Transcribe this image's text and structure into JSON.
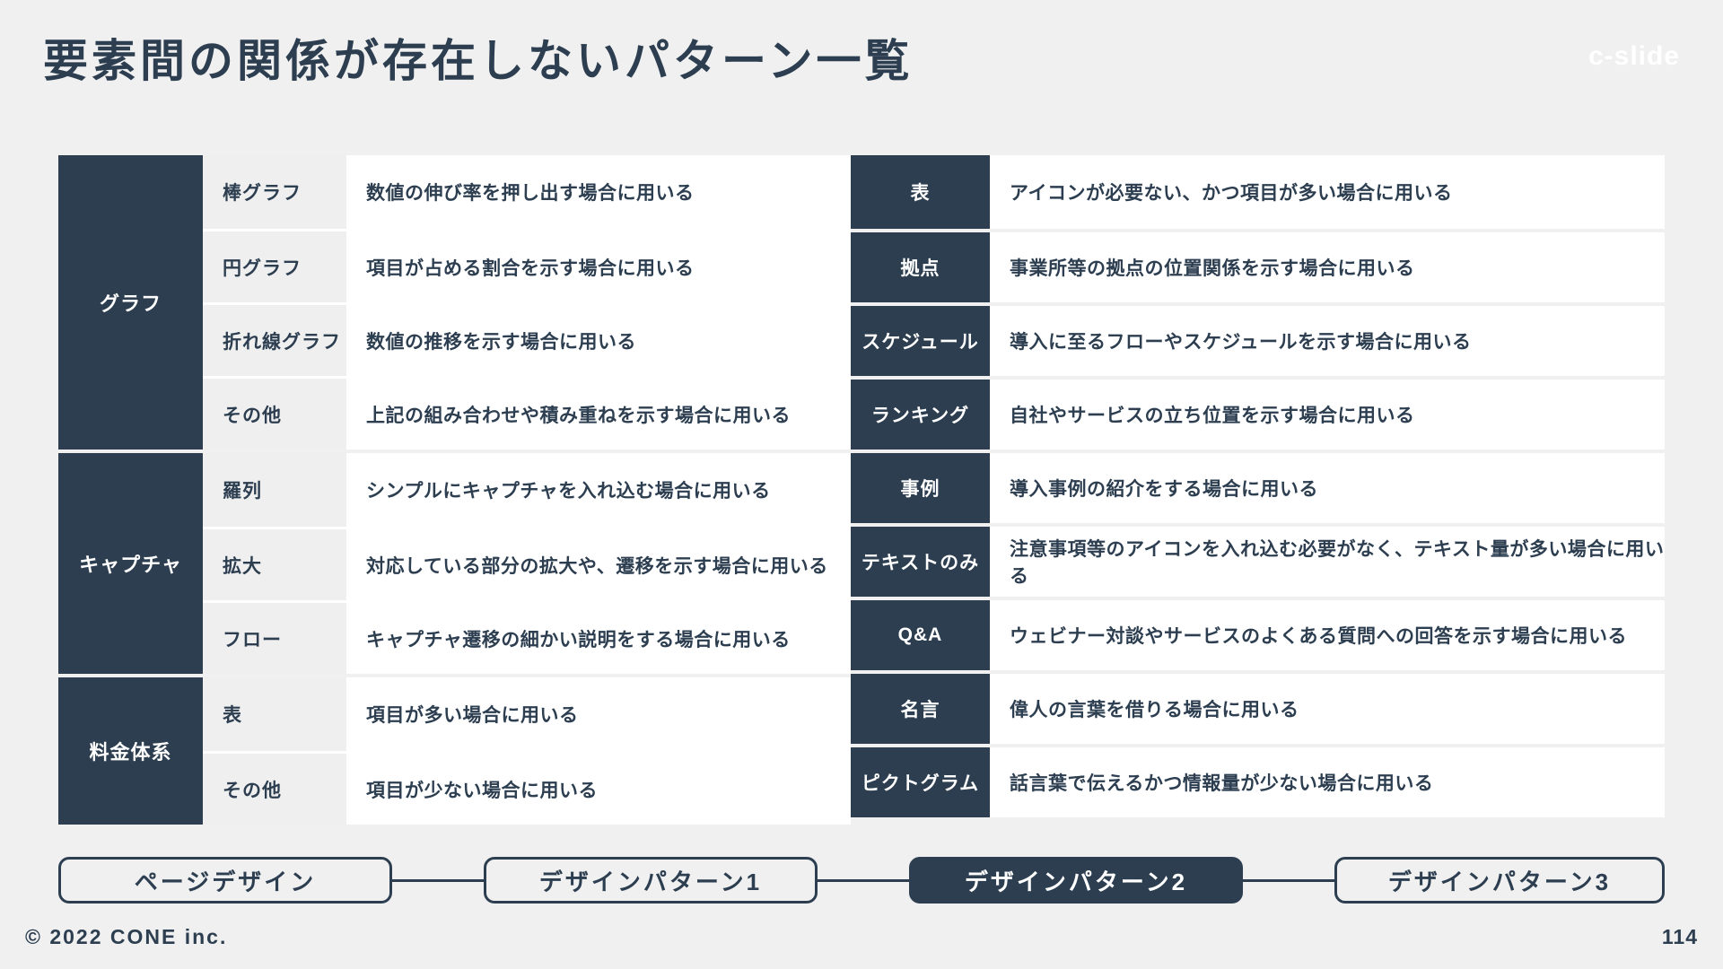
{
  "header": {
    "title": "要素間の関係が存在しないパターン一覧",
    "logo": "c-slide"
  },
  "colors": {
    "navy": "#2c3e50",
    "background": "#f0f0f0",
    "key_cell": "#efefef",
    "cell": "#ffffff"
  },
  "left_table": {
    "groups": [
      {
        "label": "グラフ",
        "rows": [
          {
            "key": "棒グラフ",
            "desc": "数値の伸び率を押し出す場合に用いる"
          },
          {
            "key": "円グラフ",
            "desc": "項目が占める割合を示す場合に用いる"
          },
          {
            "key": "折れ線グラフ",
            "desc": "数値の推移を示す場合に用いる"
          },
          {
            "key": "その他",
            "desc": "上記の組み合わせや積み重ねを示す場合に用いる"
          }
        ]
      },
      {
        "label": "キャプチャ",
        "rows": [
          {
            "key": "羅列",
            "desc": "シンプルにキャプチャを入れ込む場合に用いる"
          },
          {
            "key": "拡大",
            "desc": "対応している部分の拡大や、遷移を示す場合に用いる"
          },
          {
            "key": "フロー",
            "desc": "キャプチャ遷移の細かい説明をする場合に用いる"
          }
        ]
      },
      {
        "label": "料金体系",
        "rows": [
          {
            "key": "表",
            "desc": "項目が多い場合に用いる"
          },
          {
            "key": "その他",
            "desc": "項目が少ない場合に用いる"
          }
        ]
      }
    ]
  },
  "right_table": {
    "rows": [
      {
        "key": "表",
        "desc": "アイコンが必要ない、かつ項目が多い場合に用いる"
      },
      {
        "key": "拠点",
        "desc": "事業所等の拠点の位置関係を示す場合に用いる"
      },
      {
        "key": "スケジュール",
        "desc": "導入に至るフローやスケジュールを示す場合に用いる"
      },
      {
        "key": "ランキング",
        "desc": "自社やサービスの立ち位置を示す場合に用いる"
      },
      {
        "key": "事例",
        "desc": "導入事例の紹介をする場合に用いる"
      },
      {
        "key": "テキストのみ",
        "desc": "注意事項等のアイコンを入れ込む必要がなく、テキスト量が多い場合に用いる"
      },
      {
        "key": "Q&A",
        "desc": "ウェビナー対談やサービスのよくある質問への回答を示す場合に用いる"
      },
      {
        "key": "名言",
        "desc": "偉人の言葉を借りる場合に用いる"
      },
      {
        "key": "ピクトグラム",
        "desc": "話言葉で伝えるかつ情報量が少ない場合に用いる"
      }
    ]
  },
  "nav": {
    "items": [
      {
        "label": "ページデザイン",
        "active": false
      },
      {
        "label": "デザインパターン1",
        "active": false
      },
      {
        "label": "デザインパターン2",
        "active": true
      },
      {
        "label": "デザインパターン3",
        "active": false
      }
    ]
  },
  "footer": {
    "copyright": "© 2022 CONE inc.",
    "page_number": "114"
  }
}
